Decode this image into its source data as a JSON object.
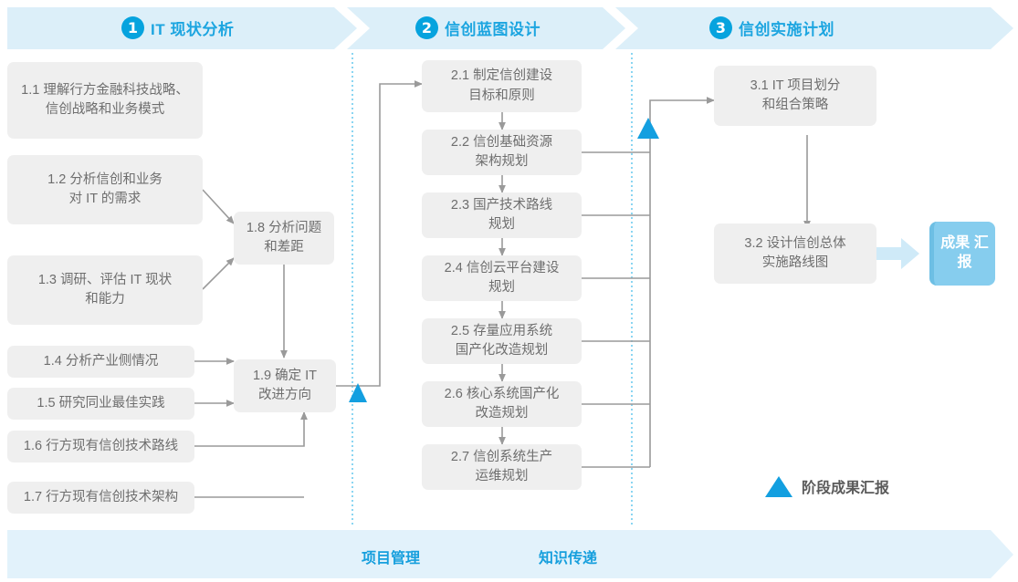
{
  "header": {
    "phases": [
      {
        "num": "1",
        "title": "IT 现状分析"
      },
      {
        "num": "2",
        "title": "信创蓝图设计"
      },
      {
        "num": "3",
        "title": "信创实施计划"
      }
    ],
    "band_color": "#DCEFF9",
    "accent_color": "#1CA5E0",
    "badge_color": "#06A3DE"
  },
  "phase1": {
    "boxes": [
      {
        "id": "1.1",
        "line1": "1.1 理解行方金融科技战略、",
        "line2": "信创战略和业务模式"
      },
      {
        "id": "1.2",
        "line1": "1.2 分析信创和业务",
        "line2": "对 IT 的需求"
      },
      {
        "id": "1.3",
        "line1": "1.3 调研、评估 IT 现状",
        "line2": "和能力"
      },
      {
        "id": "1.4",
        "line1": "1.4 分析产业侧情况",
        "line2": ""
      },
      {
        "id": "1.5",
        "line1": "1.5 研究同业最佳实践",
        "line2": ""
      },
      {
        "id": "1.6",
        "line1": "1.6 行方现有信创技术路线",
        "line2": ""
      },
      {
        "id": "1.7",
        "line1": "1.7 行方现有信创技术架构",
        "line2": ""
      },
      {
        "id": "1.8",
        "line1": "1.8 分析问题",
        "line2": "和差距"
      },
      {
        "id": "1.9",
        "line1": "1.9 确定 IT",
        "line2": "改进方向"
      }
    ]
  },
  "phase2": {
    "boxes": [
      {
        "id": "2.1",
        "line1": "2.1 制定信创建设",
        "line2": "目标和原则"
      },
      {
        "id": "2.2",
        "line1": "2.2 信创基础资源",
        "line2": "架构规划"
      },
      {
        "id": "2.3",
        "line1": "2.3 国产技术路线",
        "line2": "规划"
      },
      {
        "id": "2.4",
        "line1": "2.4 信创云平台建设",
        "line2": "规划"
      },
      {
        "id": "2.5",
        "line1": "2.5 存量应用系统",
        "line2": "国产化改造规划"
      },
      {
        "id": "2.6",
        "line1": "2.6 核心系统国产化",
        "line2": "改造规划"
      },
      {
        "id": "2.7",
        "line1": "2.7 信创系统生产",
        "line2": "运维规划"
      }
    ]
  },
  "phase3": {
    "boxes": [
      {
        "id": "3.1",
        "line1": "3.1 IT 项目划分",
        "line2": "和组合策略"
      },
      {
        "id": "3.2",
        "line1": "3.2 设计信创总体",
        "line2": "实施路线图"
      }
    ],
    "result": {
      "line1": "成果",
      "line2": "汇报",
      "color": "#86CDEE"
    }
  },
  "legend": {
    "label": "阶段成果汇报",
    "marker": "milestone-triangle-icon",
    "marker_color": "#139FE0"
  },
  "footer": {
    "labels": [
      "项目管理",
      "知识传递"
    ],
    "band_color": "#E2F2FB",
    "text_color": "#169FDD"
  },
  "styles": {
    "box_fill": "#EFEFEF",
    "box_text": "#6E6E6E",
    "connector": "#9A9A9A",
    "divider": "#6ECBEF"
  }
}
